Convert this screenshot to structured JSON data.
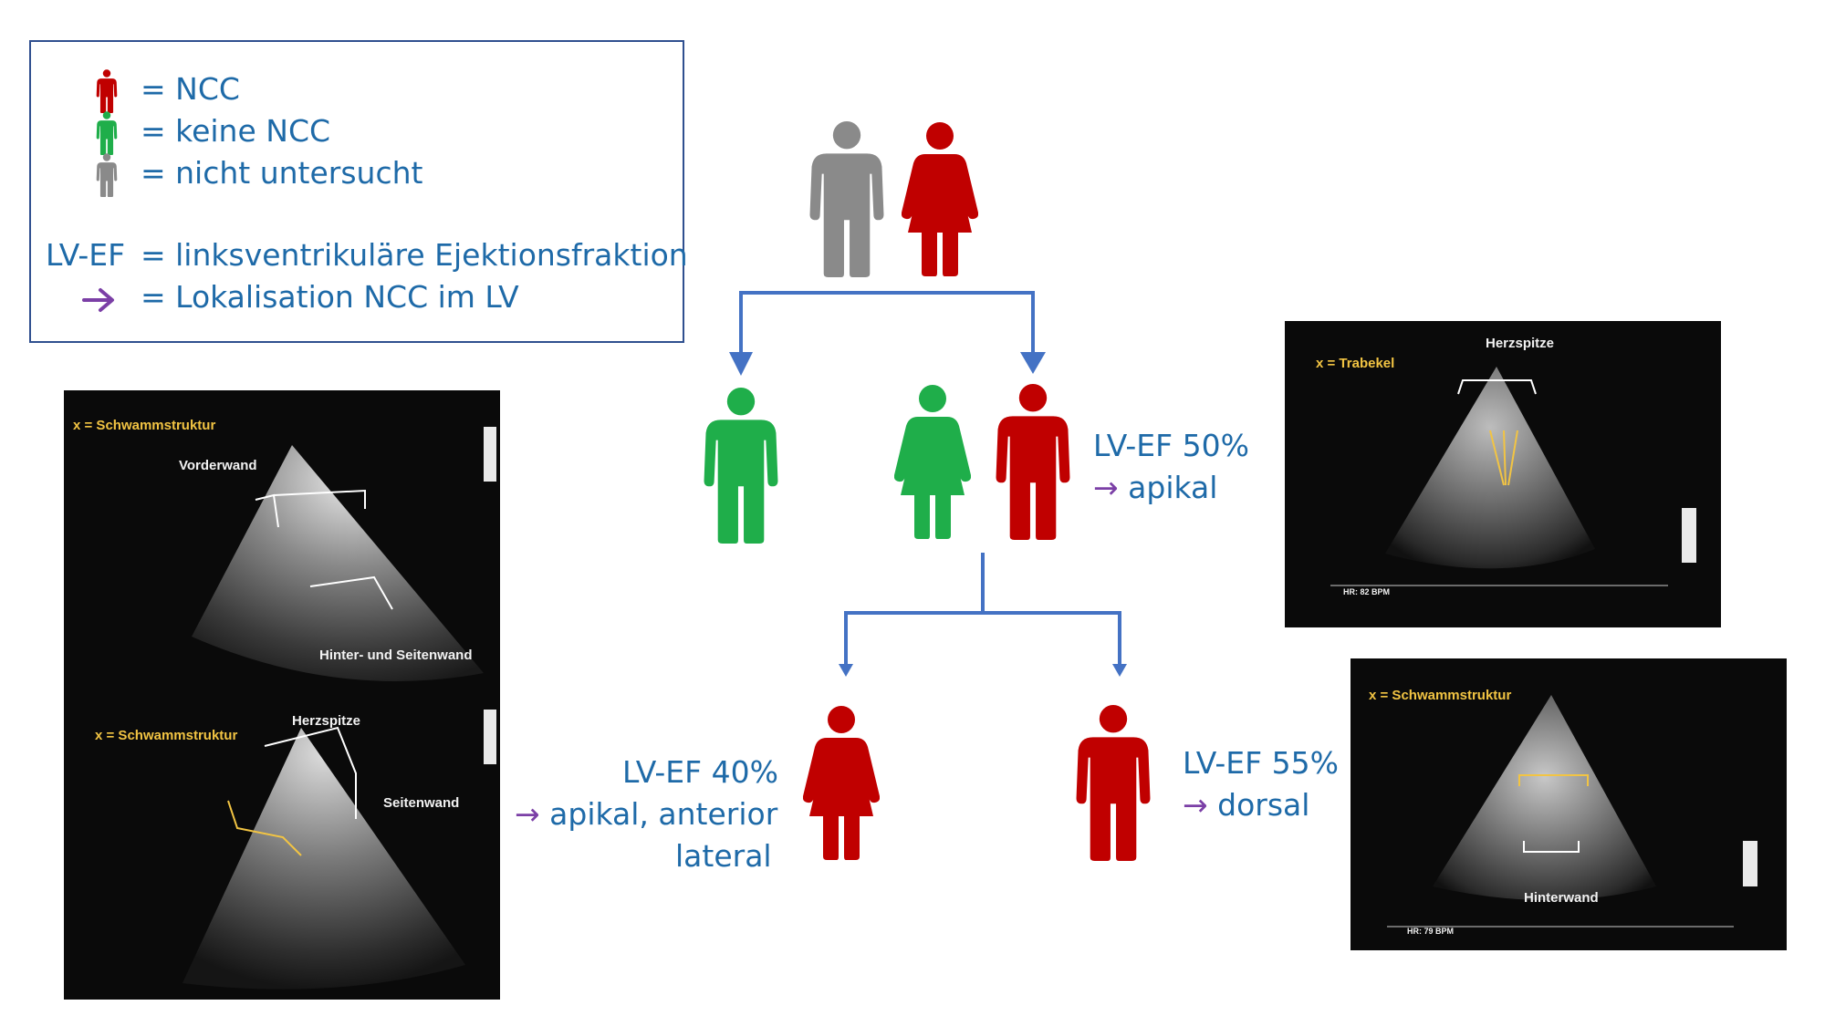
{
  "colors": {
    "ncc": "#c00000",
    "no_ncc": "#1fae4a",
    "not_examined": "#8a8a8a",
    "text_blue": "#1e6aa8",
    "arrow_purple": "#7b3fa6",
    "line_blue": "#4472c4"
  },
  "legend": {
    "ncc": "= NCC",
    "keine_ncc": "= keine NCC",
    "nicht_untersucht": "= nicht untersucht",
    "lvef_key": "LV-EF",
    "lvef_desc": "= linksventrikuläre Ejektionsfraktion",
    "arrow_desc": "= Lokalisation NCC im LV"
  },
  "family": {
    "gen2_right": {
      "lvef": "LV-EF 50%",
      "loc": "apikal"
    },
    "gen3_left": {
      "lvef": "LV-EF 40%",
      "loc1": "apikal, anterior",
      "loc2": "lateral"
    },
    "gen3_right": {
      "lvef": "LV-EF 55%",
      "loc": "dorsal"
    }
  },
  "arrow_glyph": "→",
  "echo_left_top": {
    "tag": "x = Schwammstruktur",
    "label1": "Vorderwand",
    "label2": "Hinter- und Seitenwand"
  },
  "echo_left_bottom": {
    "tag": "x = Schwammstruktur",
    "label1": "Herzspitze",
    "label2": "Seitenwand"
  },
  "echo_right_top": {
    "tag": "x = Trabekel",
    "label1": "Herzspitze",
    "hr": "HR: 82 BPM"
  },
  "echo_right_bottom": {
    "tag": "x = Schwammstruktur",
    "label1": "Hinterwand",
    "hr": "HR: 79 BPM"
  }
}
